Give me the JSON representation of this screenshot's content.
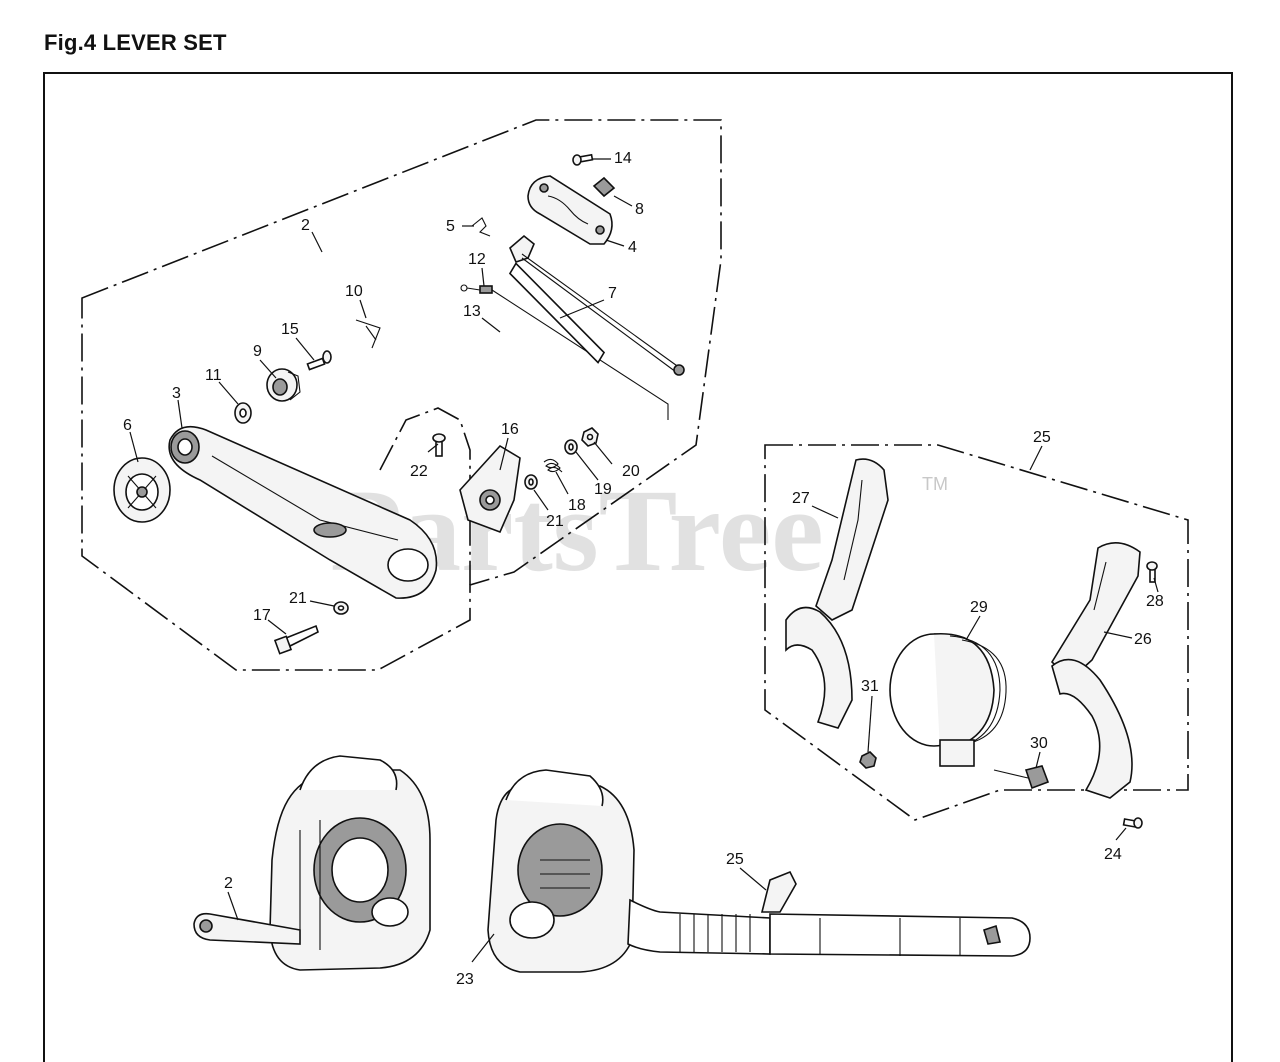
{
  "title": "Fig.4 LEVER SET",
  "watermark": "PartsTree",
  "watermark_tm": "TM",
  "callouts": {
    "c2": "2",
    "c14": "14",
    "c8": "8",
    "c5": "5",
    "c4": "4",
    "c12": "12",
    "c7": "7",
    "c10": "10",
    "c13": "13",
    "c15": "15",
    "c9": "9",
    "c11": "11",
    "c3": "3",
    "c6": "6",
    "c16": "16",
    "c22": "22",
    "c20": "20",
    "c19": "19",
    "c18": "18",
    "c21a": "21",
    "c21b": "21",
    "c17": "17",
    "c25": "25",
    "c27": "27",
    "c28": "28",
    "c29": "29",
    "c26": "26",
    "c31": "31",
    "c30": "30",
    "c24": "24",
    "c2b": "2",
    "c25b": "25",
    "c23": "23"
  }
}
